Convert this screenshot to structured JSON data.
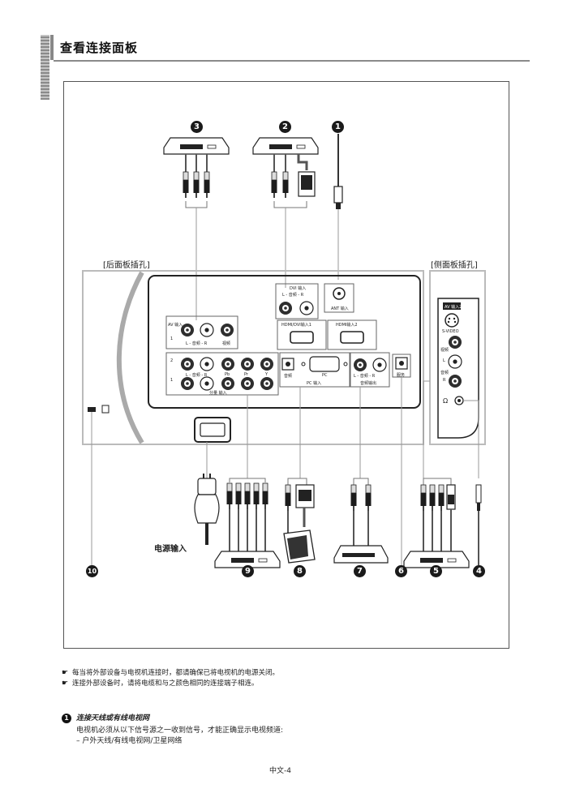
{
  "page": {
    "title": "查看连接面板",
    "footer": "中文-4"
  },
  "diagram": {
    "rear_label": "[后面板插孔]",
    "side_label": "[侧面板插孔]",
    "power_label": "电源输入",
    "callouts": [
      "1",
      "2",
      "3",
      "4",
      "5",
      "6",
      "7",
      "8",
      "9",
      "10"
    ],
    "rear_panel": {
      "dvi_in": "DVI 输入",
      "audio_lr": "L - 音频 - R",
      "ant_in": "ANT 输入",
      "av_in": "AV 输入",
      "av_num": "1",
      "video": "视频",
      "hdmi1": "HDMI/DVI输入1",
      "hdmi2": "HDMI输入2",
      "comp_row2": "2",
      "comp_row1": "1",
      "pb": "Pb",
      "pr": "Pr",
      "y": "Y",
      "component_in": "分量 输入",
      "audio": "音频",
      "pc": "PC",
      "pc_in": "PC 输入",
      "audio_out": "音频输出",
      "service": "服务"
    },
    "side_panel": {
      "av_in2": "AV 输入2",
      "svideo": "S-VIDEO",
      "video": "视频",
      "audio": "音频",
      "l": "L",
      "r": "R",
      "headphone": "Ω"
    }
  },
  "notes": [
    "每当将外部设备与电视机连接时，都请确保已将电视机的电源关闭。",
    "连接外部设备时，请将电缆和与之颜色相同的连接端子相连。"
  ],
  "note_icon": "pointing-hand-icon",
  "section": {
    "number": "1",
    "title": "连接天线或有线电视网",
    "lines": [
      "电视机必须从以下信号源之一收到信号，才能正确显示电视频道:",
      "– 户外天线/有线电视网/卫星网络"
    ]
  }
}
